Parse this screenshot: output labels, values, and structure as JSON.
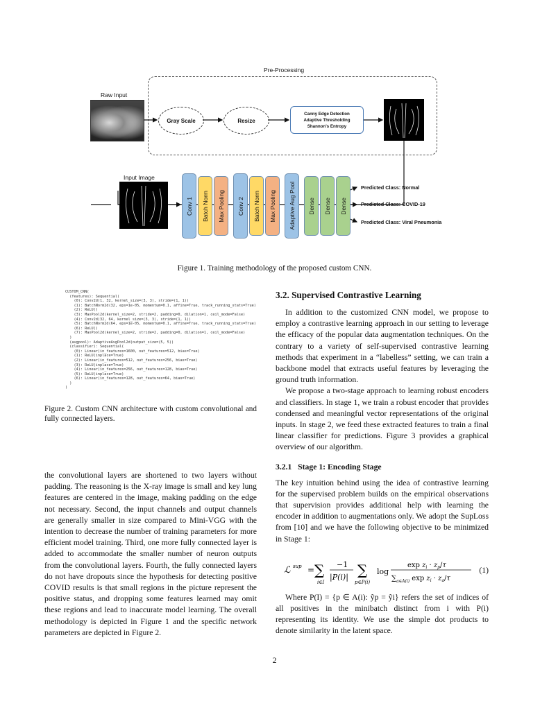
{
  "figure1": {
    "preprocessing_label": "Pre-Processing",
    "raw_input_label": "Raw Input",
    "gray_scale": "Gray Scale",
    "resize": "Resize",
    "edge_box_lines": [
      "Canny Edge Detection",
      "Adaptive Thresholding",
      "Shannon's Entropy"
    ],
    "input_image_label": "Input Image",
    "layers": [
      {
        "label": "Conv 1",
        "color": "#9dc3e6"
      },
      {
        "label": "Batch Norm",
        "color": "#ffd966"
      },
      {
        "label": "Max Pooling",
        "color": "#f4b183"
      },
      {
        "label": "Conv 2",
        "color": "#9dc3e6"
      },
      {
        "label": "Batch Norm",
        "color": "#ffd966"
      },
      {
        "label": "Max Pooling",
        "color": "#f4b183"
      },
      {
        "label": "Adaptive Aug Pool",
        "color": "#9dc3e6"
      },
      {
        "label": "Dense",
        "color": "#a9d18e"
      },
      {
        "label": "Dense",
        "color": "#a9d18e"
      },
      {
        "label": "Dense",
        "color": "#a9d18e"
      }
    ],
    "outputs": [
      "Predicted Class: Normal",
      "Predicted Class: COVID-19",
      "Predicted Class: Viral Pneumonia"
    ],
    "caption": "Figure 1. Training methodology of the proposed custom CNN."
  },
  "figure2": {
    "code_lines": [
      "CUSTOM_CNN(",
      "  (features): Sequential(",
      "    (0): Conv2d(1, 32, kernel_size=(3, 3), stride=(1, 1))",
      "    (1): BatchNorm2d(32, eps=1e-05, momentum=0.1, affine=True, track_running_stats=True)",
      "    (2): ReLU()",
      "    (3): MaxPool2d(kernel_size=2, stride=2, padding=0, dilation=1, ceil_mode=False)",
      "    (4): Conv2d(32, 64, kernel_size=(3, 3), stride=(1, 1))",
      "    (5): BatchNorm2d(64, eps=1e-05, momentum=0.1, affine=True, track_running_stats=True)",
      "    (6): ReLU()",
      "    (7): MaxPool2d(kernel_size=2, stride=2, padding=0, dilation=1, ceil_mode=False)",
      "  )",
      "  (avgpool): AdaptiveAvgPool2d(output_size=(5, 5))",
      "  (classifier): Sequential(",
      "    (0): Linear(in_features=1600, out_features=512, bias=True)",
      "    (1): ReLU(inplace=True)",
      "    (2): Linear(in_features=512, out_features=256, bias=True)",
      "    (3): ReLU(inplace=True)",
      "    (4): Linear(in_features=256, out_features=128, bias=True)",
      "    (5): ReLU(inplace=True)",
      "    (6): Linear(in_features=128, out_features=64, bias=True)",
      "  )",
      ")"
    ],
    "caption": "Figure 2. Custom CNN architecture with custom convolutional and fully connected layers."
  },
  "left_column": {
    "paragraph": "the convolutional layers are shortened to two layers without padding. The reasoning is the X-ray image is small and key lung features are centered in the image, making padding on the edge not necessary. Second, the input channels and output channels are generally smaller in size compared to Mini-VGG with the intention to decrease the number of training parameters for more efficient model training. Third, one more fully connected layer is added to accommodate the smaller number of neuron outputs from the convolutional layers. Fourth, the fully connected layers do not have dropouts since the hypothesis for detecting positive COVID results is that small regions in the picture represent the positive status, and dropping some features learned may omit these regions and lead to inaccurate model learning. The overall methodology is depicted in Figure 1 and the specific network parameters are depicted in Figure 2."
  },
  "right_column": {
    "section_title": "3.2. Supervised Contrastive Learning",
    "para1": "In addition to the customized CNN model, we propose to employ a contrastive learning approach in our setting to leverage the efficacy of the popular data augmentation techniques. On the contrary to a variety of self-supervised contrastive learning methods that experiment in a “labelless” setting, we can train a backbone model that extracts useful features by leveraging the ground truth information.",
    "para2": "We propose a two-stage approach to learning robust encoders and classifiers. In stage 1, we train a robust encoder that provides condensed and meaningful vector representations of the original inputs. In stage 2, we feed these extracted features to train a final linear classifier for predictions. Figure 3 provides a graphical overview of our algorithm.",
    "subsection_title": "3.2.1   Stage 1: Encoding Stage",
    "para3": "The key intuition behind using the idea of contrastive learning for the supervised problem builds on the empirical observations that supervision provides additional help with learning the encoder in addition to augmentations only. We adopt the SupLoss from [10] and we have the following objective to be minimized in Stage 1:",
    "eq_number": "(1)",
    "para4": "Where P(I) = {p ∈ A(i): ỹp = ỹi} refers the set of indices of all positives in the minibatch distinct from i with P(i) representing its identity. We use the simple dot products to denote similarity in the latent space."
  },
  "page_number": "2"
}
